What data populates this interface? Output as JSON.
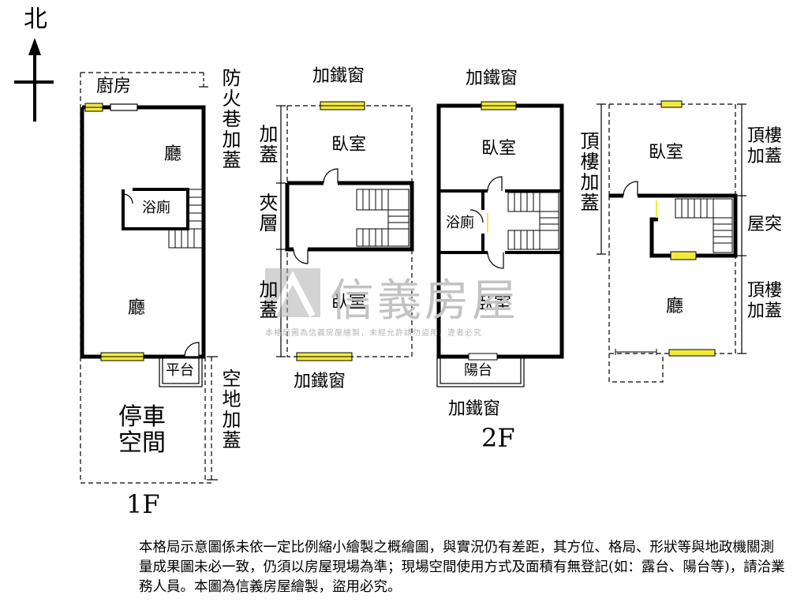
{
  "compass": {
    "north_label": "北"
  },
  "floors": {
    "f1": {
      "title": "1F",
      "rooms": {
        "kitchen": "廚房",
        "hall_upper": "廳",
        "bathroom": "浴廁",
        "hall_lower": "廳",
        "platform": "平台"
      },
      "side_labels": {
        "fire_lane": "防火巷加蓋",
        "open_space": "空地加蓋",
        "parking": "停車空間"
      }
    },
    "mezz": {
      "rooms": {
        "bedroom_north": "臥室",
        "bedroom_south": "臥室"
      },
      "side_labels": {
        "top_window": "加鐵窗",
        "bottom_window": "加鐵窗",
        "addition_upper": "加蓋",
        "mezzanine": "夾層",
        "addition_lower": "加蓋"
      }
    },
    "f2": {
      "title": "2F",
      "rooms": {
        "bedroom_north": "臥室",
        "bathroom": "浴廁",
        "bedroom_south": "臥室",
        "balcony": "陽台"
      },
      "side_labels": {
        "top_window": "加鐵窗",
        "bottom_window": "加鐵窗"
      }
    },
    "roof": {
      "rooms": {
        "bedroom": "臥室",
        "hall": "廳"
      },
      "side_labels": {
        "left_addition": "頂樓加蓋",
        "right_addition_upper": "頂樓加蓋",
        "roof_protrusion": "屋突",
        "right_addition_lower": "頂樓加蓋"
      }
    }
  },
  "watermark": {
    "brand": "信義房屋",
    "notice": "本格局圖為信義房屋繪製，未經允許請勿盜用，違者必究"
  },
  "disclaimer": "本格局示意圖係未依一定比例縮小繪製之概繪圖，與實況仍有差距，其方位、格局、形狀等與地政機關測量成果圖未必一致，仍須以房屋現場為準；現場空間使用方式及面積有無登記(如：露台、陽台等)，請洽業務人員。本圖為信義房屋繪製，盜用必究。"
}
